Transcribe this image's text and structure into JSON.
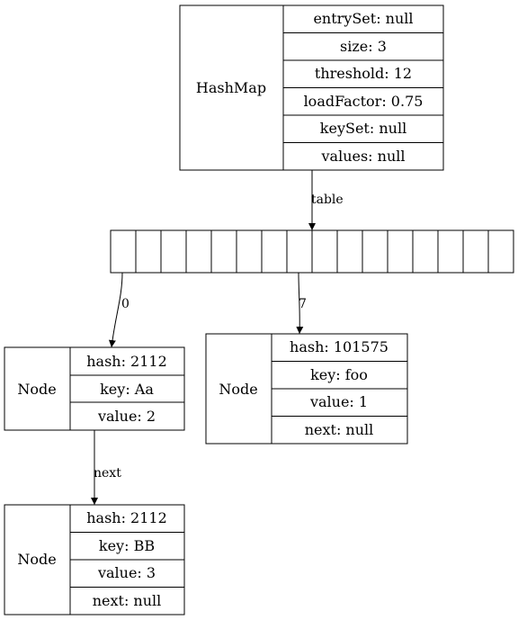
{
  "hashmap": {
    "name": "HashMap",
    "fields": [
      "entrySet: null",
      "size: 3",
      "threshold: 12",
      "loadFactor: 0.75",
      "keySet: null",
      "values: null"
    ]
  },
  "table": {
    "slot_count": 16
  },
  "edges": {
    "table": "table",
    "slot0": "0",
    "slot7": "7",
    "next": "next"
  },
  "node_aa": {
    "name": "Node",
    "fields": [
      "hash: 2112",
      "key: Aa",
      "value: 2"
    ]
  },
  "node_foo": {
    "name": "Node",
    "fields": [
      "hash: 101575",
      "key: foo",
      "value: 1",
      "next: null"
    ]
  },
  "node_bb": {
    "name": "Node",
    "fields": [
      "hash: 2112",
      "key: BB",
      "value: 3",
      "next: null"
    ]
  }
}
